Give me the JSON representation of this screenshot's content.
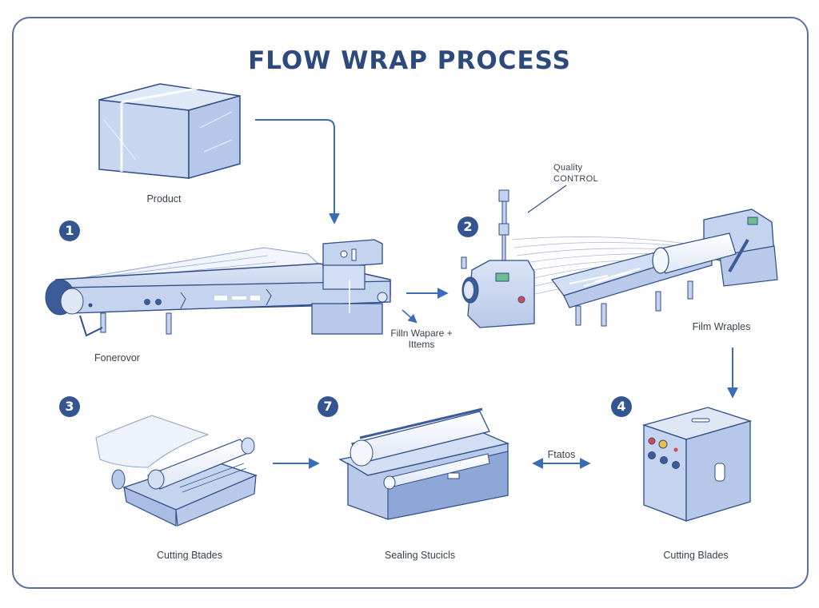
{
  "title": "FLOW WRAP PROCESS",
  "colors": {
    "frame": "#5a6f9a",
    "title": "#2d4a7c",
    "badge": "#34558f",
    "arrow": "#3a6db5",
    "machine_fill": "#c9d6ef",
    "machine_stroke": "#2f4d86",
    "film": "#eef2fb"
  },
  "labels": {
    "product": "Product",
    "conveyor": "Fonerovor",
    "film_wrapper_line1": "Filln Wapare +",
    "film_wrapper_line2": "Ittems",
    "quality_control_line1": "Quality",
    "quality_control_line2": "CONTROL",
    "film_wraples": "Film Wraples",
    "cutting_blades_left": "Cutting Btades",
    "sealing_station": "Sealing Stucicls",
    "ftatos": "Ftatos",
    "cutting_blades_right": "Cutting Blades"
  },
  "steps": [
    {
      "number": "1",
      "name": "conveyor"
    },
    {
      "number": "2",
      "name": "quality-control"
    },
    {
      "number": "3",
      "name": "cutting-blades"
    },
    {
      "number": "7",
      "name": "sealing-station"
    },
    {
      "number": "4",
      "name": "cutting-blades-unit"
    }
  ],
  "icons": {
    "product": "wrapped-box-icon",
    "conveyor": "conveyor-icon",
    "wrapper_head": "wrapper-head-icon",
    "qc_machine": "inspection-machine-icon",
    "film_roll_machine": "film-roll-machine-icon",
    "cutter": "roller-cutter-icon",
    "sealer": "sealer-icon",
    "control_box": "control-box-icon"
  }
}
